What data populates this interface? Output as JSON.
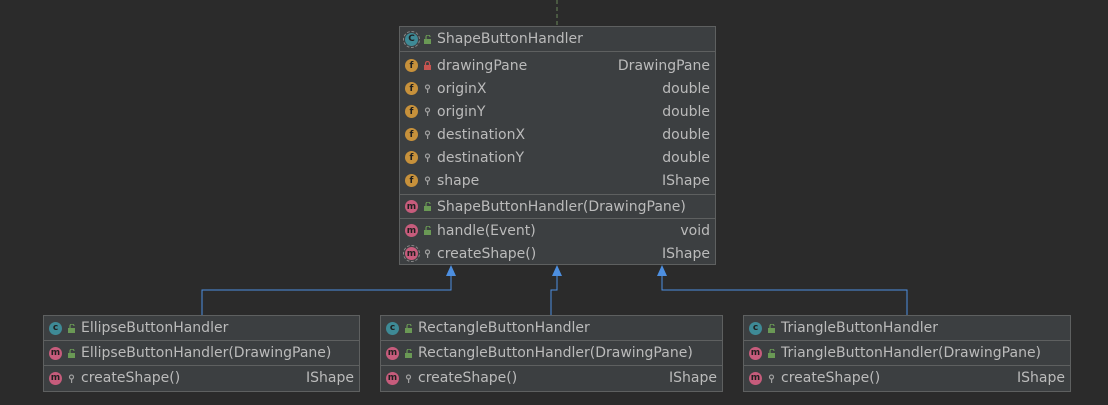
{
  "colors": {
    "background": "#2b2b2b",
    "box": "#3c3f41",
    "border": "#5e6060",
    "text": "#bbbbbb",
    "inheritance_edge": "#4d8fe0",
    "dependency_edge": "#6a8759"
  },
  "parent": {
    "name": "ShapeButtonHandler",
    "icon": "abstract-class-icon",
    "fields": [
      {
        "name": "drawingPane",
        "type": "DrawingPane",
        "visibility": "private"
      },
      {
        "name": "originX",
        "type": "double",
        "visibility": "protected"
      },
      {
        "name": "originY",
        "type": "double",
        "visibility": "protected"
      },
      {
        "name": "destinationX",
        "type": "double",
        "visibility": "protected"
      },
      {
        "name": "destinationY",
        "type": "double",
        "visibility": "protected"
      },
      {
        "name": "shape",
        "type": "IShape",
        "visibility": "protected"
      }
    ],
    "constructors": [
      {
        "name": "ShapeButtonHandler(DrawingPane)",
        "type": "",
        "visibility": "public"
      }
    ],
    "methods": [
      {
        "name": "handle(Event)",
        "type": "void",
        "visibility": "public",
        "abstract": false
      },
      {
        "name": "createShape()",
        "type": "IShape",
        "visibility": "protected",
        "abstract": true
      }
    ]
  },
  "children": [
    {
      "name": "EllipseButtonHandler",
      "constructor": "EllipseButtonHandler(DrawingPane)",
      "method": {
        "name": "createShape()",
        "type": "IShape"
      }
    },
    {
      "name": "RectangleButtonHandler",
      "constructor": "RectangleButtonHandler(DrawingPane)",
      "method": {
        "name": "createShape()",
        "type": "IShape"
      }
    },
    {
      "name": "TriangleButtonHandler",
      "constructor": "TriangleButtonHandler(DrawingPane)",
      "method": {
        "name": "createShape()",
        "type": "IShape"
      }
    }
  ]
}
